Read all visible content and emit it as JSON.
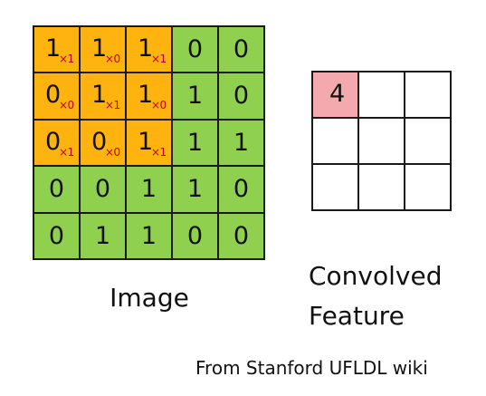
{
  "image": {
    "label": "Image",
    "cells": [
      [
        {
          "v": "1",
          "w": "×1",
          "k": true
        },
        {
          "v": "1",
          "w": "×0",
          "k": true
        },
        {
          "v": "1",
          "w": "×1",
          "k": true
        },
        {
          "v": "0",
          "w": "",
          "k": false
        },
        {
          "v": "0",
          "w": "",
          "k": false
        }
      ],
      [
        {
          "v": "0",
          "w": "×0",
          "k": true
        },
        {
          "v": "1",
          "w": "×1",
          "k": true
        },
        {
          "v": "1",
          "w": "×0",
          "k": true
        },
        {
          "v": "1",
          "w": "",
          "k": false
        },
        {
          "v": "0",
          "w": "",
          "k": false
        }
      ],
      [
        {
          "v": "0",
          "w": "×1",
          "k": true
        },
        {
          "v": "0",
          "w": "×0",
          "k": true
        },
        {
          "v": "1",
          "w": "×1",
          "k": true
        },
        {
          "v": "1",
          "w": "",
          "k": false
        },
        {
          "v": "1",
          "w": "",
          "k": false
        }
      ],
      [
        {
          "v": "0",
          "w": "",
          "k": false
        },
        {
          "v": "0",
          "w": "",
          "k": false
        },
        {
          "v": "1",
          "w": "",
          "k": false
        },
        {
          "v": "1",
          "w": "",
          "k": false
        },
        {
          "v": "0",
          "w": "",
          "k": false
        }
      ],
      [
        {
          "v": "0",
          "w": "",
          "k": false
        },
        {
          "v": "1",
          "w": "",
          "k": false
        },
        {
          "v": "1",
          "w": "",
          "k": false
        },
        {
          "v": "0",
          "w": "",
          "k": false
        },
        {
          "v": "0",
          "w": "",
          "k": false
        }
      ]
    ]
  },
  "feature": {
    "label_line1": "Convolved",
    "label_line2": "Feature",
    "cells": [
      [
        "4",
        "",
        ""
      ],
      [
        "",
        "",
        ""
      ],
      [
        "",
        "",
        ""
      ]
    ]
  },
  "credit": "From Stanford UFLDL wiki",
  "colors": {
    "kernel_cell": "#ffb30f",
    "image_cell": "#8fd14f",
    "feature_filled": "#f4a9ae",
    "weight_text": "#c00000",
    "grid_line": "#1a1a1a"
  }
}
